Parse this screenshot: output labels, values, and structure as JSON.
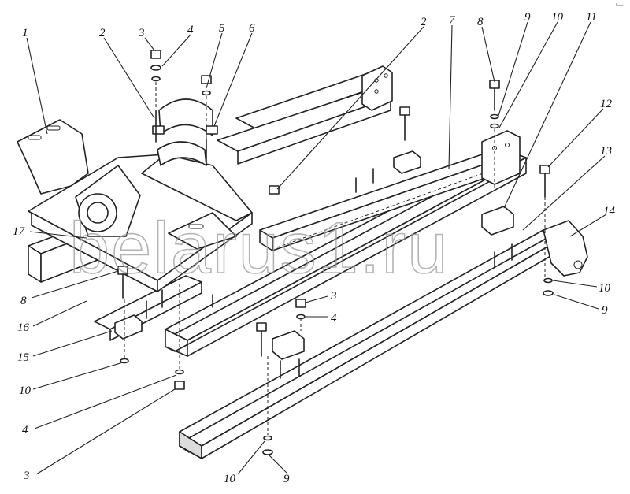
{
  "diagram": {
    "callouts": [
      {
        "id": "c1-top",
        "label": "1"
      },
      {
        "id": "c2-left",
        "label": "2"
      },
      {
        "id": "c3-top",
        "label": "3"
      },
      {
        "id": "c4-top",
        "label": "4"
      },
      {
        "id": "c5-top",
        "label": "5"
      },
      {
        "id": "c6-top",
        "label": "6"
      },
      {
        "id": "c2-right",
        "label": "2"
      },
      {
        "id": "c7",
        "label": "7"
      },
      {
        "id": "c8-top",
        "label": "8"
      },
      {
        "id": "c9-top",
        "label": "9"
      },
      {
        "id": "c10-top",
        "label": "10"
      },
      {
        "id": "c11",
        "label": "11"
      },
      {
        "id": "c12",
        "label": "12"
      },
      {
        "id": "c13",
        "label": "13"
      },
      {
        "id": "c14",
        "label": "14"
      },
      {
        "id": "c17",
        "label": "17"
      },
      {
        "id": "c8-left",
        "label": "8"
      },
      {
        "id": "c16",
        "label": "16"
      },
      {
        "id": "c15",
        "label": "15"
      },
      {
        "id": "c10-left",
        "label": "10"
      },
      {
        "id": "c4-left",
        "label": "4"
      },
      {
        "id": "c3-left",
        "label": "3"
      },
      {
        "id": "c3-mid",
        "label": "3"
      },
      {
        "id": "c4-mid",
        "label": "4"
      },
      {
        "id": "c10-right",
        "label": "10"
      },
      {
        "id": "c9-right",
        "label": "9"
      },
      {
        "id": "c10-bottom",
        "label": "10"
      },
      {
        "id": "c9-bottom",
        "label": "9"
      }
    ],
    "watermark": "belarus1.ru",
    "corner_mark": "r—"
  }
}
